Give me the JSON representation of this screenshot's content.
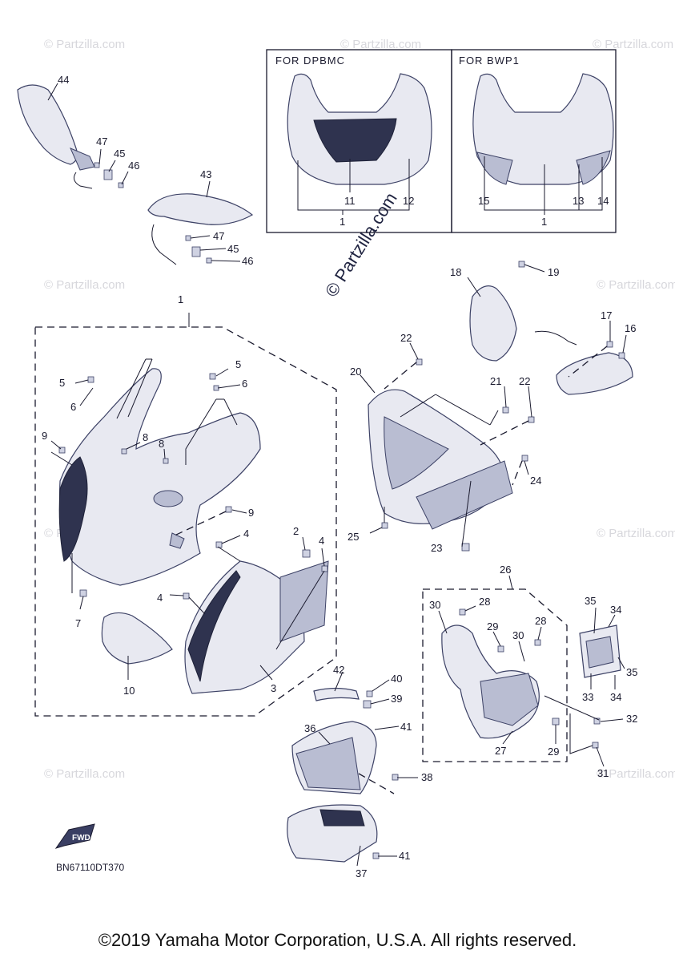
{
  "watermarks": {
    "small": "© Partzilla.com",
    "center": "© Partzilla.com"
  },
  "variant_boxes": [
    {
      "title": "FOR  DPBMC",
      "labels": [
        "11",
        "12",
        "1"
      ]
    },
    {
      "title": "FOR  BWP1",
      "labels": [
        "15",
        "13",
        "14",
        "1"
      ]
    }
  ],
  "callouts": {
    "p44": "44",
    "p47a": "47",
    "p45a": "45",
    "p46a": "46",
    "p43": "43",
    "p47b": "47",
    "p45b": "45",
    "p46b": "46",
    "p1": "1",
    "p5a": "5",
    "p6a": "6",
    "p5b": "5",
    "p6b": "6",
    "p9a": "9",
    "p8a": "8",
    "p8b": "8",
    "p9b": "9",
    "p4a": "4",
    "p2": "2",
    "p4b": "4",
    "p4c": "4",
    "p7": "7",
    "p10": "10",
    "p3": "3",
    "p18": "18",
    "p19": "19",
    "p17": "17",
    "p16": "16",
    "p22a": "22",
    "p20": "20",
    "p21": "21",
    "p22b": "22",
    "p24": "24",
    "p25": "25",
    "p23": "23",
    "p26": "26",
    "p30a": "30",
    "p28a": "28",
    "p29a": "29",
    "p30b": "30",
    "p28b": "28",
    "p35a": "35",
    "p34a": "34",
    "p35b": "35",
    "p33": "33",
    "p34b": "34",
    "p32": "32",
    "p27": "27",
    "p29b": "29",
    "p31": "31",
    "p42": "42",
    "p40": "40",
    "p39": "39",
    "p41a": "41",
    "p36": "36",
    "p38": "38",
    "p41b": "41",
    "p37": "37"
  },
  "fwd_label": "FWD",
  "drawing_code": "BN67110DT370",
  "copyright": "©2019 Yamaha Motor Corporation, U.S.A. All rights reserved.",
  "colors": {
    "line": "#1a1a2e",
    "part_fill": "#e8e9f1",
    "dark_fill": "#2f334f"
  }
}
